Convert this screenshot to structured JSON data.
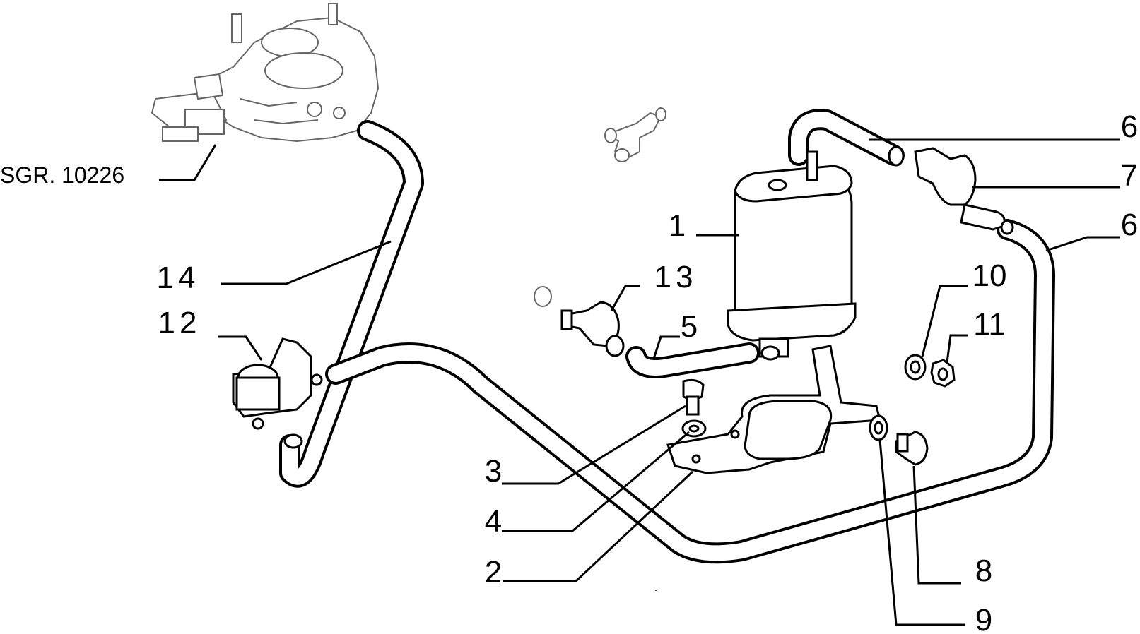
{
  "reference": "SGR. 10226",
  "callouts": [
    {
      "id": "1",
      "label": "1"
    },
    {
      "id": "2",
      "label": "2"
    },
    {
      "id": "3",
      "label": "3"
    },
    {
      "id": "4",
      "label": "4"
    },
    {
      "id": "5",
      "label": "5"
    },
    {
      "id": "6a",
      "label": "6"
    },
    {
      "id": "6b",
      "label": "6"
    },
    {
      "id": "7",
      "label": "7"
    },
    {
      "id": "8",
      "label": "8"
    },
    {
      "id": "9",
      "label": "9"
    },
    {
      "id": "10",
      "label": "10"
    },
    {
      "id": "11",
      "label": "11"
    },
    {
      "id": "12",
      "label": "12"
    },
    {
      "id": "13",
      "label": "13"
    },
    {
      "id": "14",
      "label": "14"
    }
  ]
}
